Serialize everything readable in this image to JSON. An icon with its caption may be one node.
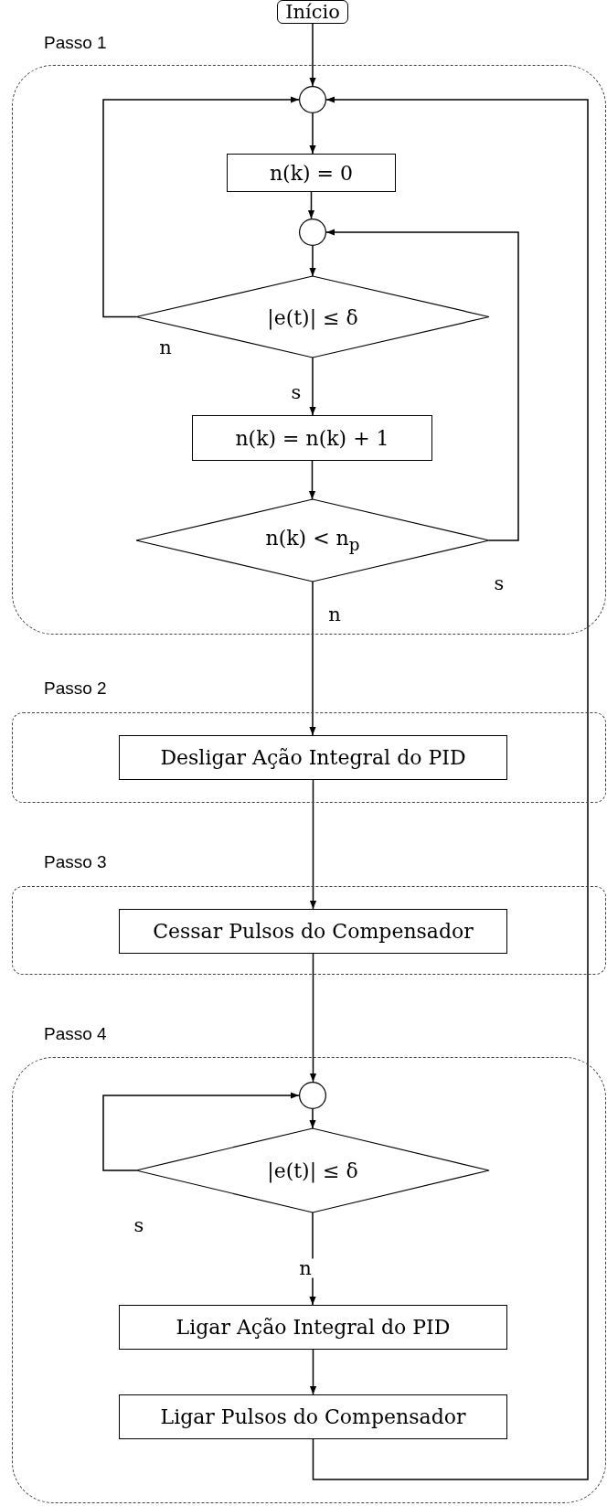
{
  "diagram": {
    "nodes": [
      {
        "text": [
          "Início"
        ]
      },
      {
        "text": [
          "Passo 1"
        ]
      },
      {
        "text": [],
        "shape": "circle",
        "in": 1
      },
      {
        "text": [
          "n(k) = 0"
        ],
        "in": 1
      },
      {
        "text": [],
        "shape": "circle",
        "in": 1
      },
      {
        "text": [
          "|e(t)| ≤ δ"
        ],
        "in": 1
      },
      {
        "text": [
          "n(k) = n(k) + 1"
        ],
        "in": 1
      },
      {
        "text": [
          "n(k) < n$_{p}$"
        ],
        "in": 1
      },
      {
        "text": [
          "Passo 2"
        ]
      },
      {
        "text": [
          "Desligar Ação Integral do PID"
        ],
        "in": 8
      },
      {
        "text": [
          "Passo 3"
        ]
      },
      {
        "text": [
          "Cessar Pulsos do Compensador"
        ],
        "in": 10
      },
      {
        "text": [
          "Passo 4"
        ]
      },
      {
        "text": [],
        "shape": "circle",
        "in": 12
      },
      {
        "text": [
          "|e(t)| ≤ δ"
        ],
        "in": 12
      },
      {
        "text": [
          "Ligar Ação Integral do PID"
        ],
        "in": 12
      },
      {
        "text": [
          "Ligar Pulsos do Compensador"
        ],
        "in": 12
      }
    ],
    "edges": [
      {
        "from": 0,
        "to": 2,
        "arrow": "to"
      },
      {
        "from": 2,
        "to": 3,
        "arrow": "to"
      },
      {
        "from": 3,
        "to": 4,
        "arrow": "to"
      },
      {
        "from": 4,
        "to": 5,
        "arrow": "to"
      },
      {
        "from": 5,
        "to": 2,
        "arrow": "to",
        "label": "n"
      },
      {
        "from": 5,
        "to": 6,
        "arrow": "to",
        "label": "s"
      },
      {
        "from": 6,
        "to": 7,
        "arrow": "to"
      },
      {
        "from": 7,
        "to": 4,
        "arrow": "to",
        "label": "s"
      },
      {
        "from": 7,
        "to": 9,
        "arrow": "to",
        "label": "n"
      },
      {
        "from": 9,
        "to": 11,
        "arrow": "to"
      },
      {
        "from": 11,
        "to": 13,
        "arrow": "to"
      },
      {
        "from": 13,
        "to": 14,
        "arrow": "to"
      },
      {
        "from": 14,
        "to": 13,
        "arrow": "to",
        "label": "s"
      },
      {
        "from": 14,
        "to": 15,
        "arrow": "to",
        "label": "n"
      },
      {
        "from": 15,
        "to": 16,
        "arrow": "to"
      },
      {
        "from": 16,
        "to": 2,
        "arrow": "to"
      }
    ]
  }
}
